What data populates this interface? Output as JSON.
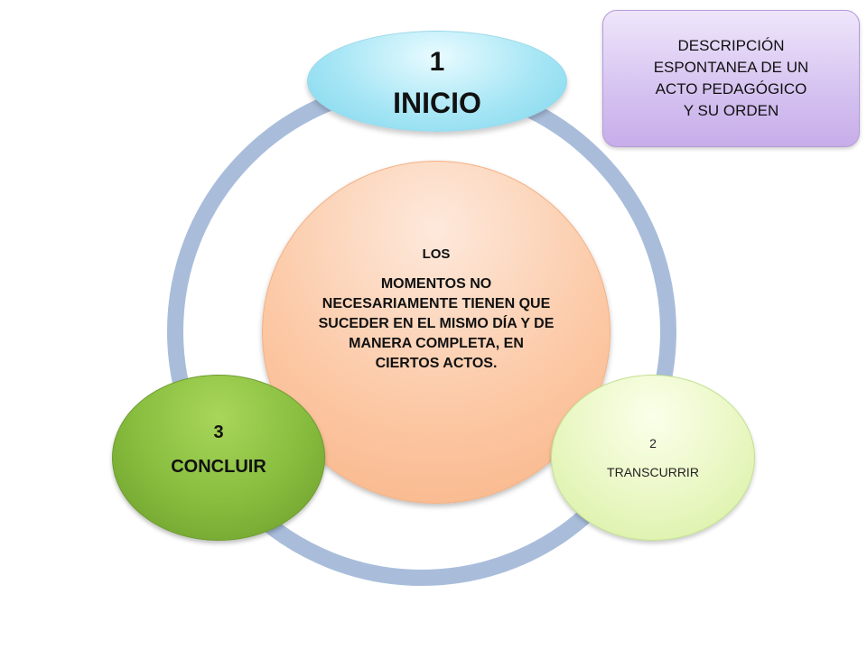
{
  "diagram": {
    "center": {
      "title": "LOS",
      "body": "MOMENTOS  NO NECESARIAMENTE TIENEN QUE SUCEDER  EN EL MISMO DÍA Y DE MANERA COMPLETA, EN CIERTOS ACTOS."
    },
    "nodes": [
      {
        "number": "1",
        "label": "INICIO"
      },
      {
        "number": "2",
        "label": "TRANSCURRIR"
      },
      {
        "number": "3",
        "label": "CONCLUIR"
      }
    ],
    "description": {
      "lines": [
        "DESCRIPCIÓN",
        "ESPONTANEA  DE UN",
        "ACTO PEDAGÓGICO",
        "Y SU ORDEN"
      ]
    },
    "colors": {
      "ring": "#a9bddb",
      "center": "#fcc9a6",
      "inicio": "#a7e6f5",
      "transcurrir": "#e9f7c3",
      "concluir": "#86bc3d",
      "description": "#d5c2f0"
    }
  }
}
